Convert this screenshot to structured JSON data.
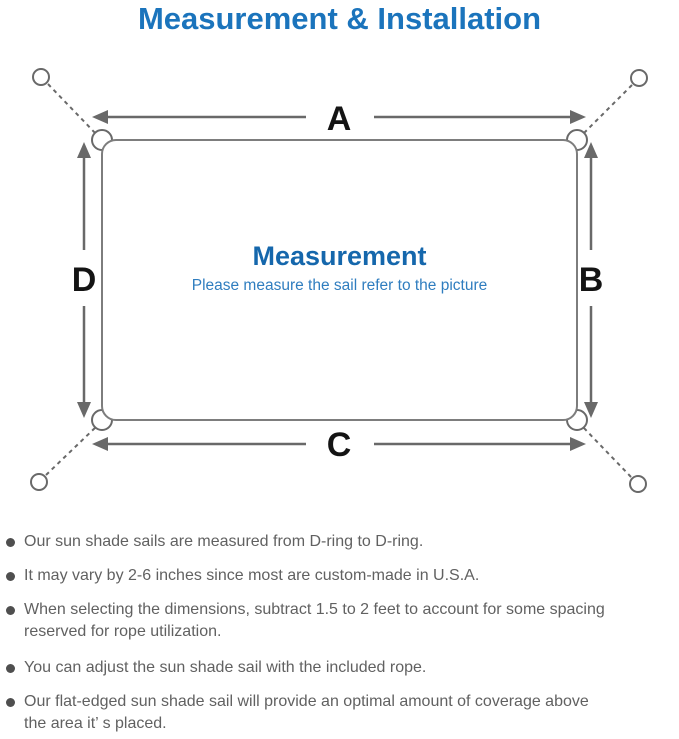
{
  "title": "Measurement & Installation",
  "diagram": {
    "center_title": "Measurement",
    "center_subtitle": "Please measure the sail refer to the picture",
    "dimension_labels": {
      "top": "A",
      "right": "B",
      "bottom": "C",
      "left": "D"
    }
  },
  "notes": [
    "Our sun shade sails are measured from D-ring to D-ring.",
    "It may vary by 2-6 inches since most are custom-made in U.S.A.",
    "When selecting the dimensions, subtract 1.5 to 2 feet to account for some spacing\nreserved for rope utilization.",
    "You can adjust the sun shade sail with the included rope.",
    "Our flat-edged sun shade sail will provide an optimal amount of coverage above\nthe area it’ s placed."
  ],
  "colors": {
    "title_blue": "#1b74bc",
    "center_blue": "#1567ac",
    "subtitle_blue": "#2f7dbf",
    "outline_gray": "#7d7d7d",
    "arrow_gray": "#696969",
    "label_black": "#141414",
    "note_gray": "#616161",
    "dot_gray": "#4f4f4f"
  }
}
